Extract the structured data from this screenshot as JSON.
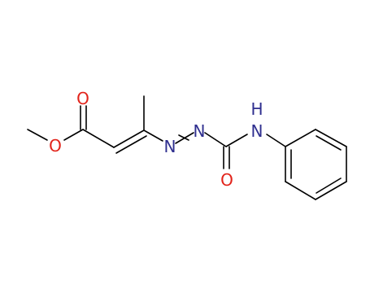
{
  "colors": {
    "bond": "#000000",
    "oxygen": "#e2231a",
    "nitrogen": "#2f2f8f",
    "background": "#ffffff"
  },
  "atoms": {
    "o_carbonyl_ester": "O",
    "o_ether": "O",
    "n_azo_left": "N",
    "n_azo_right": "N",
    "n_amide": "N",
    "h_amide": "H",
    "o_urea": "O"
  }
}
